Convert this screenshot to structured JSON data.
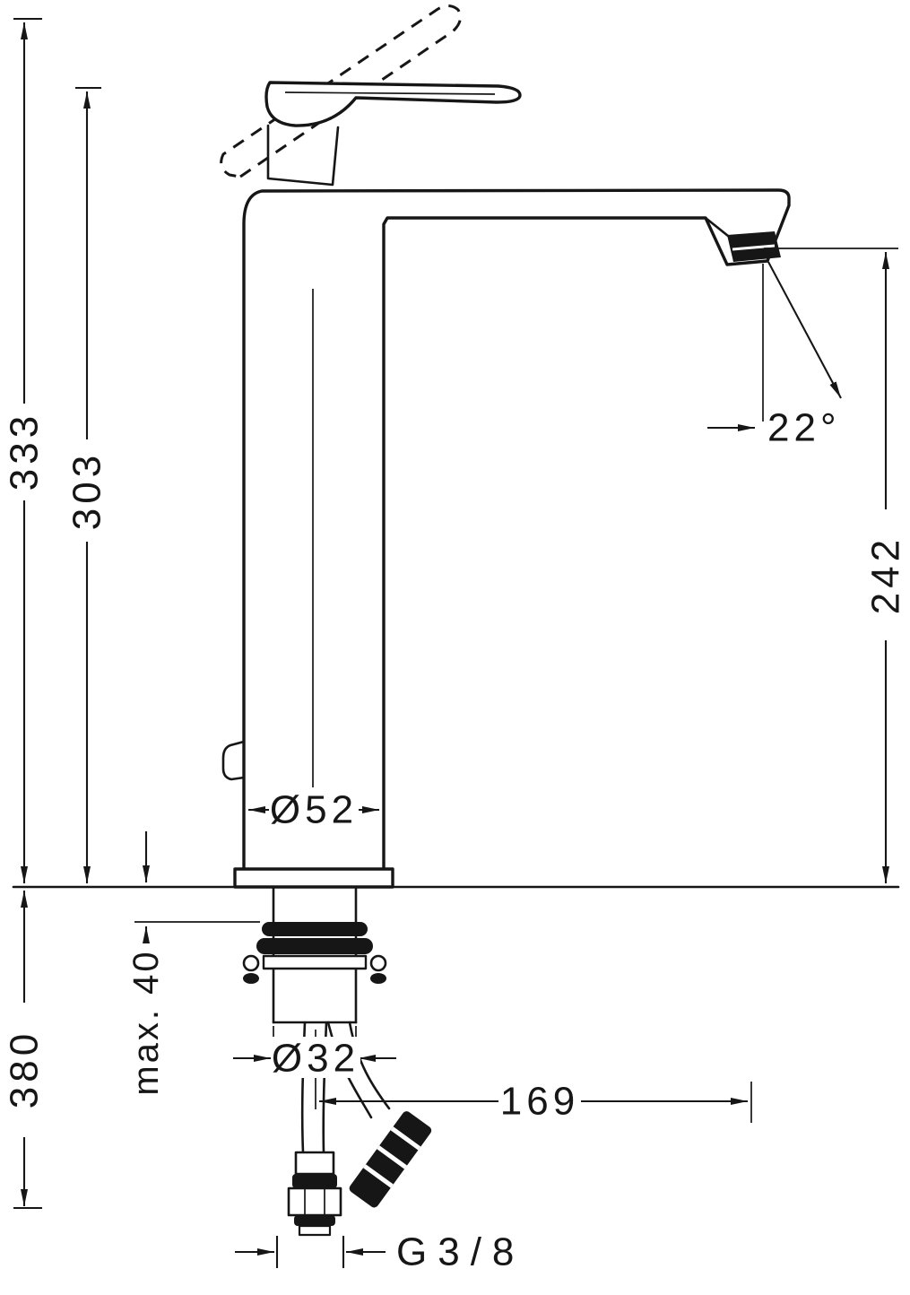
{
  "page": {
    "background": "#ffffff",
    "line_color": "#161616"
  },
  "drawing": {
    "subject": "single-lever-basin-mixer-side-elevation",
    "units": "mm",
    "labels": {
      "total_height": "333",
      "body_height": "303",
      "outlet_height": "242",
      "outlet_angle": "22°",
      "body_diameter": "Ø52",
      "max_deck_thickness": "max. 40",
      "shank_diameter": "Ø32",
      "below_deck_depth": "380",
      "spout_reach": "169",
      "connection_thread": "G3/8"
    }
  }
}
